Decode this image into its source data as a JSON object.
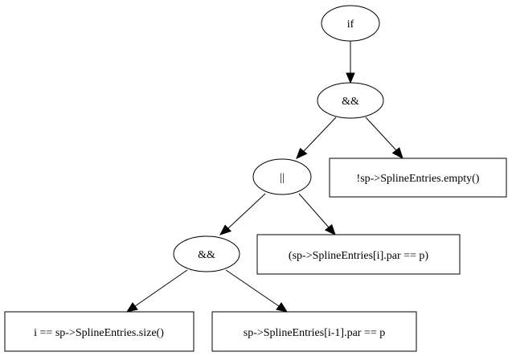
{
  "diagram": {
    "nodes": {
      "if": "if",
      "and_top": "&&",
      "empty_check": "!sp->SplineEntries.empty()",
      "or": "||",
      "par_eq_p": "(sp->SplineEntries[i].par == p)",
      "and_bottom": "&&",
      "size_check": "i == sp->SplineEntries.size()",
      "prev_par_eq_p": "sp->SplineEntries[i-1].par == p"
    }
  }
}
